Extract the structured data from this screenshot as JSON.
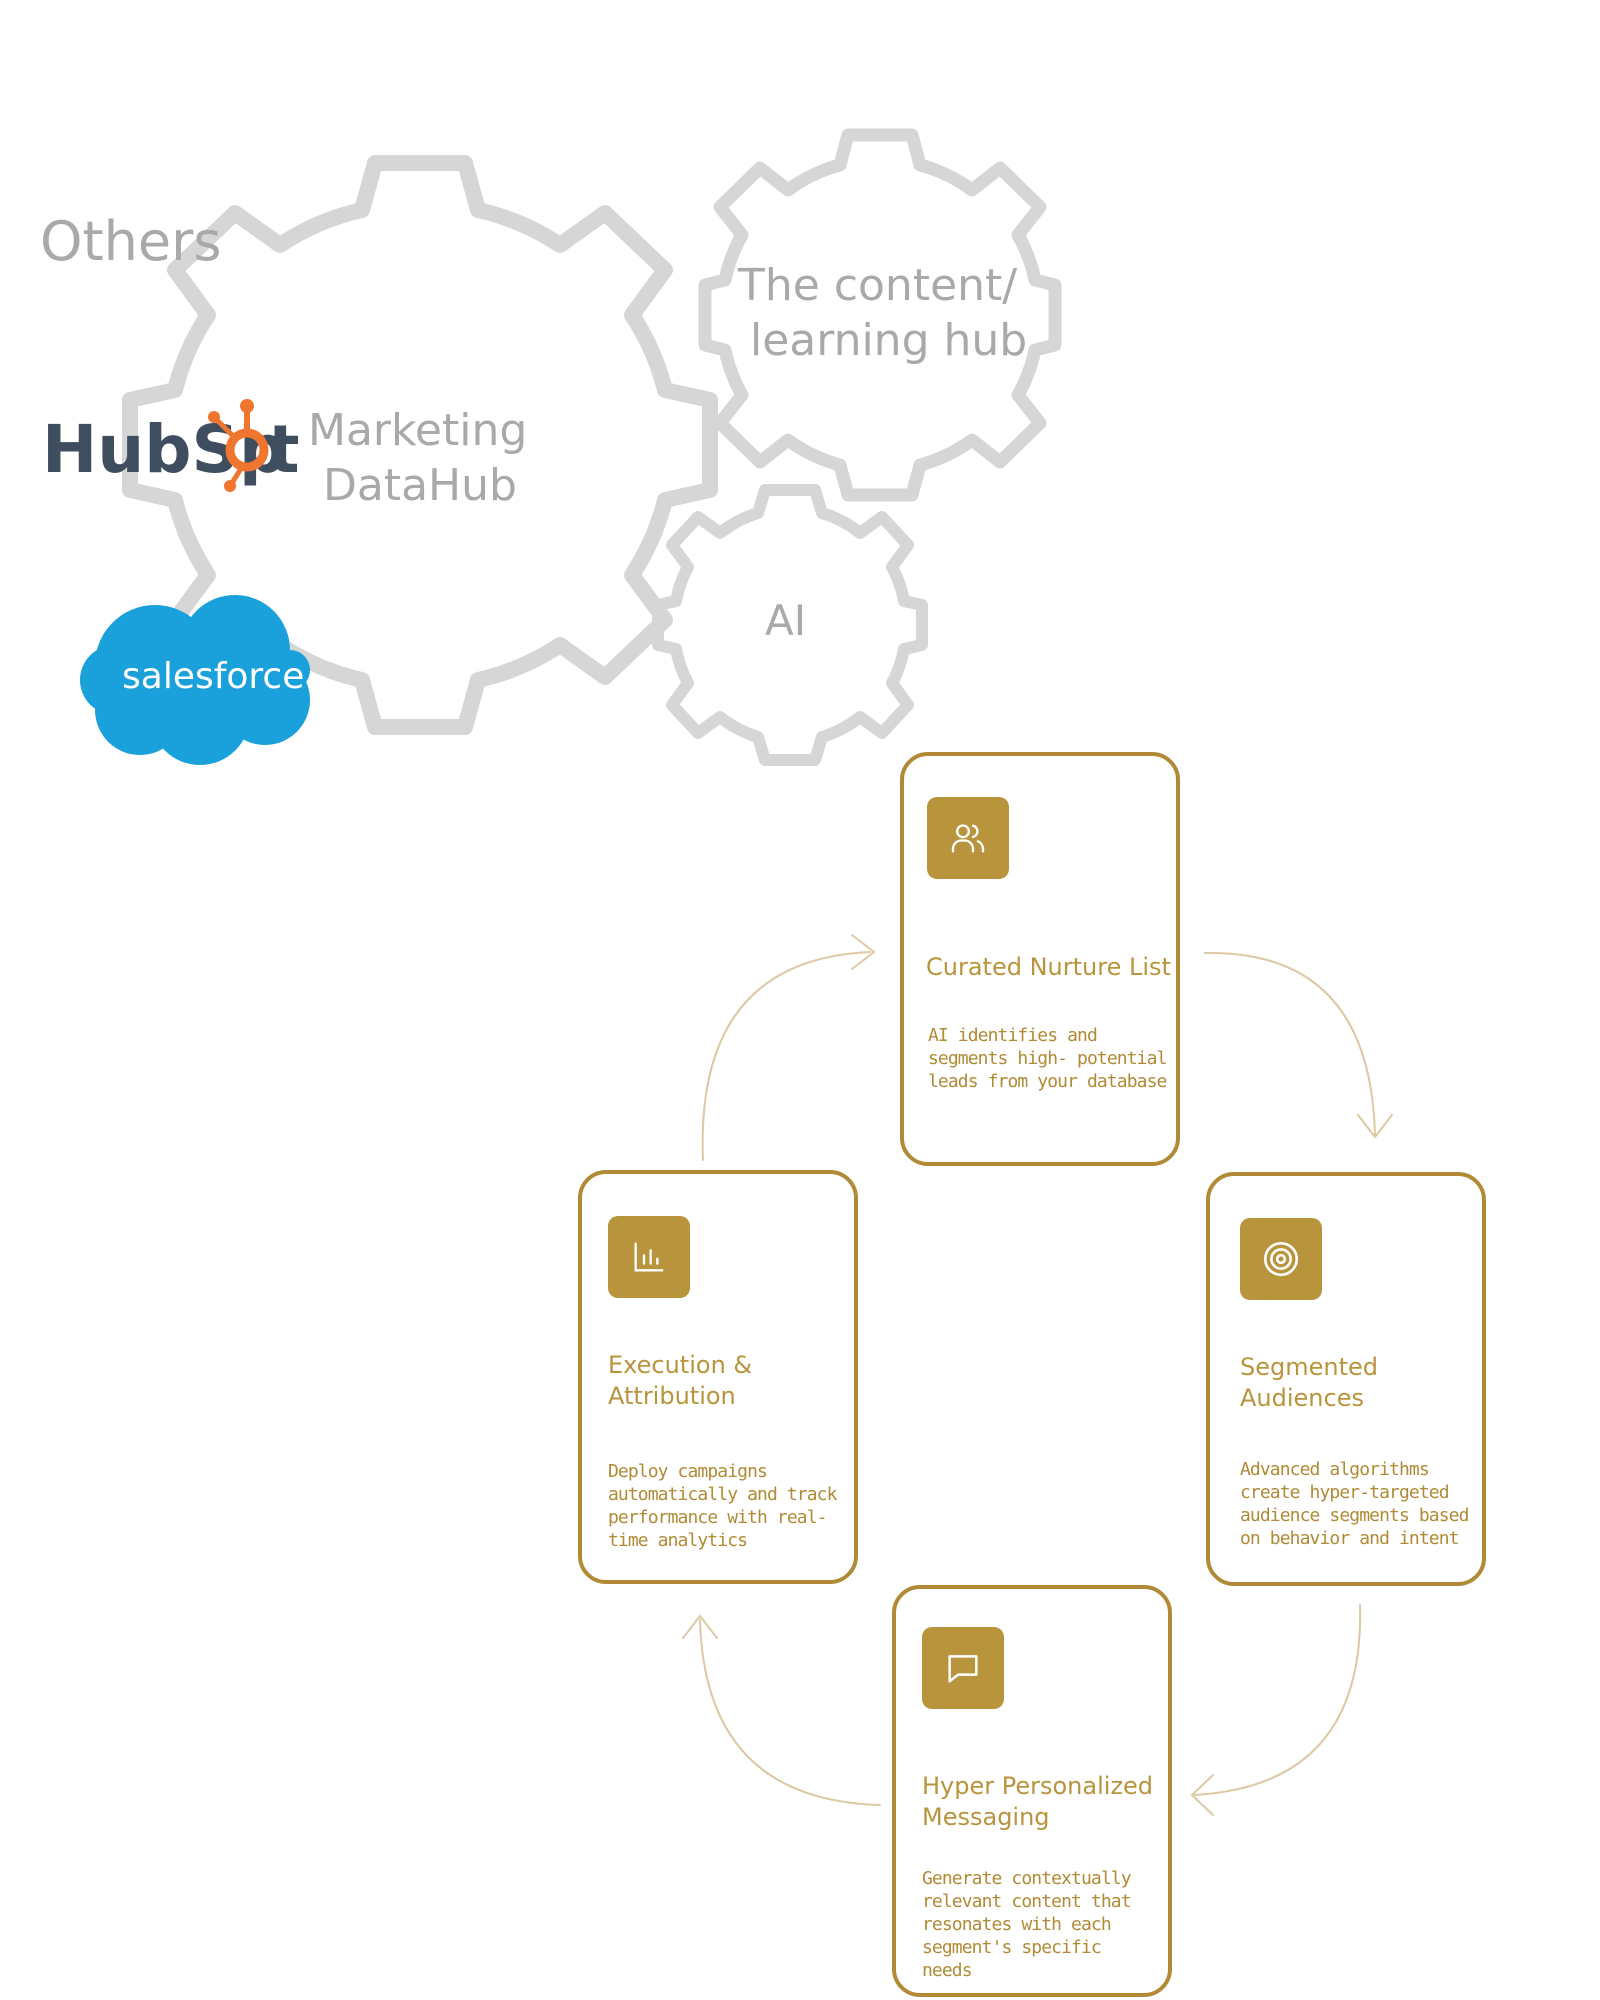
{
  "gears": {
    "main": {
      "lines": [
        "Marketing",
        "DataHub"
      ]
    },
    "content_hub": {
      "lines": [
        "The content/",
        "learning hub"
      ]
    },
    "ai": {
      "label": "AI"
    },
    "others_label": "Others"
  },
  "logos": {
    "hubspot": {
      "text_part1": "HubSp",
      "text_part2": "t",
      "color_dark": "#3e4e5f",
      "color_accent": "#f07630"
    },
    "salesforce": {
      "text": "salesforce",
      "color": "#1aa0db"
    }
  },
  "colors": {
    "gear": "#d6d6d6",
    "gear_text": "#a9a9a9",
    "gold": "#b8943c",
    "gold_dark": "#b08a35",
    "arrow": "#dcc9a4"
  },
  "cycle": {
    "cards": [
      {
        "id": "curated",
        "icon": "users-icon",
        "title": "Curated Nurture List",
        "description": "AI identifies and segments high- potential leads from your database"
      },
      {
        "id": "segmented",
        "icon": "target-icon",
        "title": "Segmented Audiences",
        "description": "Advanced algorithms create hyper-targeted audience segments based on  behavior and intent"
      },
      {
        "id": "messaging",
        "icon": "message-icon",
        "title": "Hyper Personalized Messaging",
        "description": "Generate contextually relevant content that resonates with each segment's specific needs"
      },
      {
        "id": "execution",
        "icon": "chart-icon",
        "title": "Execution & Attribution",
        "description": "Deploy campaigns automatically and track performance with real-time analytics"
      }
    ]
  }
}
